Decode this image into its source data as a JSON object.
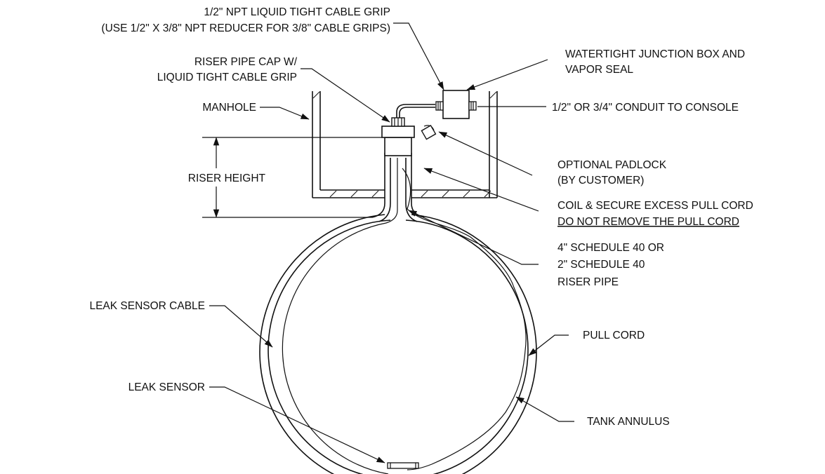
{
  "labels": {
    "cable_grip_1": "1/2\" NPT LIQUID TIGHT CABLE GRIP",
    "cable_grip_2": "(USE 1/2\" X 3/8\" NPT REDUCER FOR 3/8\" CABLE GRIPS)",
    "riser_cap_1": "RISER PIPE CAP W/",
    "riser_cap_2": "LIQUID TIGHT CABLE GRIP",
    "manhole": "MANHOLE",
    "riser_height": "RISER HEIGHT",
    "junction_box_1": "WATERTIGHT JUNCTION BOX AND",
    "junction_box_2": "VAPOR SEAL",
    "conduit": "1/2\" OR 3/4\" CONDUIT TO CONSOLE",
    "padlock_1": "OPTIONAL PADLOCK",
    "padlock_2": "(BY CUSTOMER)",
    "coil_1": "COIL & SECURE EXCESS PULL CORD",
    "coil_2": "DO NOT REMOVE THE PULL CORD",
    "riser_pipe_1": "4\" SCHEDULE 40 OR",
    "riser_pipe_2": "2\" SCHEDULE 40",
    "riser_pipe_3": "RISER PIPE",
    "leak_sensor_cable": "LEAK SENSOR CABLE",
    "pull_cord": "PULL CORD",
    "leak_sensor": "LEAK SENSOR",
    "tank_annulus": "TANK ANNULUS"
  }
}
